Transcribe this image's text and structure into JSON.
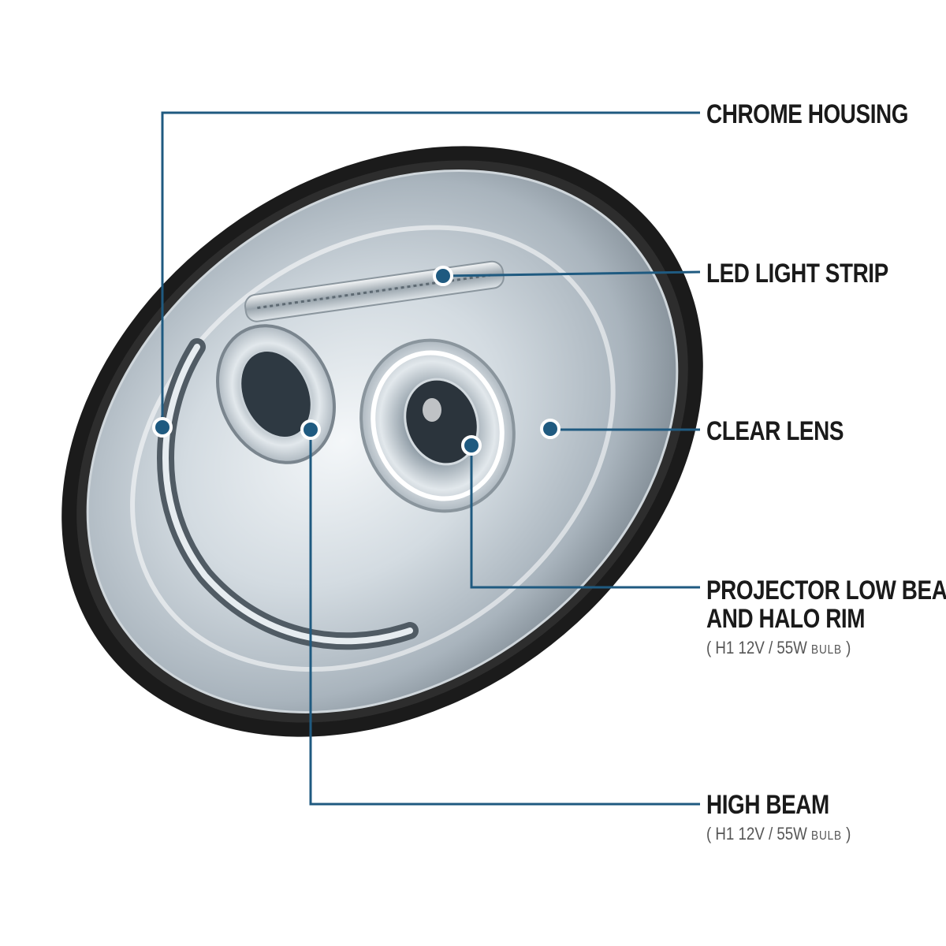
{
  "callouts": {
    "chrome_housing": {
      "label": "CHROME HOUSING"
    },
    "led_strip": {
      "label": "LED LIGHT STRIP"
    },
    "clear_lens": {
      "label": "CLEAR LENS"
    },
    "projector": {
      "line1": "PROJECTOR LOW BEAM",
      "line2": "AND HALO RIM",
      "spec_open": "( H1 12V / 55W ",
      "spec_unit": "BULB",
      "spec_close": " )"
    },
    "high_beam": {
      "label": "HIGH BEAM",
      "spec_open": "( H1 12V / 55W ",
      "spec_unit": "BULB",
      "spec_close": " )"
    }
  },
  "colors": {
    "leader_line": "#1f5a80",
    "dot_fill": "#1f5a80",
    "dot_ring": "#ffffff",
    "housing_black": "#1a1a1a",
    "chrome_light": "#e8eef2",
    "chrome_mid": "#b9c4cc",
    "chrome_dark": "#6e7a84"
  }
}
